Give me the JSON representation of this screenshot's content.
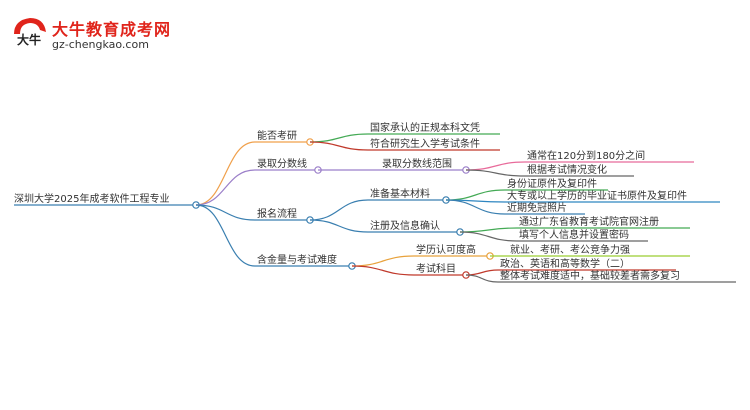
{
  "logo": {
    "title": "大牛教育成考网",
    "url": "gz-chengkao.com",
    "emblem_text": "大牛"
  },
  "mindmap": {
    "root": "深圳大学2025年成考软件工程专业",
    "branches": [
      {
        "label": "能否考研",
        "color": "#f0a04b",
        "children": [
          {
            "label": "国家承认的正规本科文凭",
            "color": "#44aa55",
            "children": []
          },
          {
            "label": "符合研究生入学考试条件",
            "color": "#c0392b",
            "children": []
          }
        ]
      },
      {
        "label": "录取分数线",
        "color": "#9b7fc9",
        "children": [
          {
            "label": "录取分数线范围",
            "color": "#9b7fc9",
            "children": [
              {
                "label": "通常在120分到180分之间",
                "color": "#e86a9a"
              },
              {
                "label": "根据考试情况变化",
                "color": "#666666"
              }
            ]
          }
        ]
      },
      {
        "label": "报名流程",
        "color": "#3a7fb0",
        "children": [
          {
            "label": "准备基本材料",
            "color": "#3a7fb0",
            "children": [
              {
                "label": "身份证原件及复印件",
                "color": "#44aa55"
              },
              {
                "label": "大专或以上学历的毕业证书原件及复印件",
                "color": "#2e86c1"
              },
              {
                "label": "近期免冠照片",
                "color": "#3a7fb0"
              }
            ]
          },
          {
            "label": "注册及信息确认",
            "color": "#3a7fb0",
            "children": [
              {
                "label": "通过广东省教育考试院官网注册",
                "color": "#44aa55"
              },
              {
                "label": "填写个人信息并设置密码",
                "color": "#666666"
              }
            ]
          }
        ]
      },
      {
        "label": "含金量与考试难度",
        "color": "#3a7fb0",
        "children": [
          {
            "label": "学历认可度高",
            "color": "#e8a23c",
            "children": [
              {
                "label": "就业、考研、考公竞争力强",
                "color": "#9acd32"
              }
            ]
          },
          {
            "label": "考试科目",
            "color": "#c0392b",
            "children": [
              {
                "label": "政治、英语和高等数学（二）",
                "color": "#c0392b"
              },
              {
                "label": "整体考试难度适中，基础较差者需多复习",
                "color": "#666666"
              }
            ]
          }
        ]
      }
    ]
  }
}
